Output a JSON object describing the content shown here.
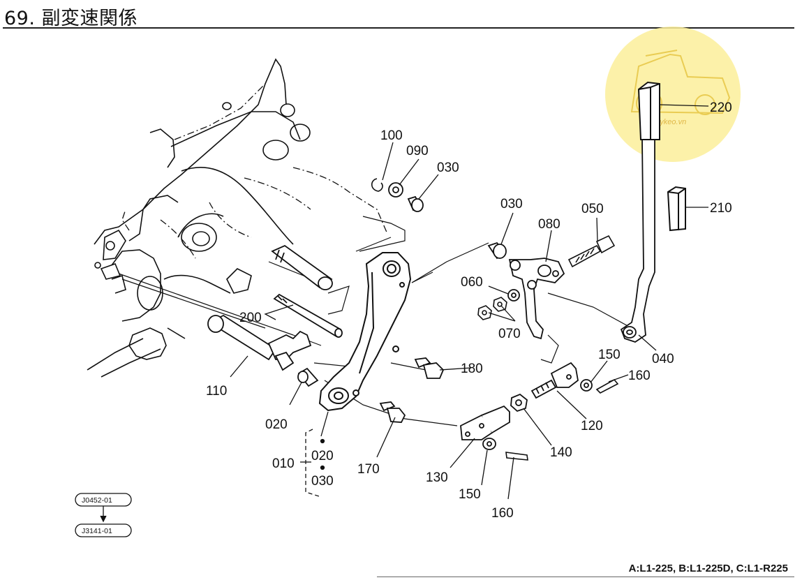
{
  "page": {
    "title": "69. 副変速関係",
    "footer": "A:L1-225, B:L1-225D, C:L1-R225"
  },
  "parts": {
    "p010": "010",
    "p020_a": "020",
    "p020_b": "020",
    "p030_a": "030",
    "p030_b": "030",
    "p030_c": "030",
    "p040": "040",
    "p050": "050",
    "p060": "060",
    "p070": "070",
    "p080": "080",
    "p090": "090",
    "p100": "100",
    "p110": "110",
    "p120": "120",
    "p130": "130",
    "p140": "140",
    "p150_a": "150",
    "p150_b": "150",
    "p160_a": "160",
    "p160_b": "160",
    "p170": "170",
    "p180": "180",
    "p200": "200",
    "p210": "210",
    "p220": "220"
  },
  "references": {
    "ref1": "J0452-01",
    "ref2": "J3141-01"
  },
  "watermark": {
    "text": "maykeo.vn",
    "color": "#fbef9a"
  }
}
